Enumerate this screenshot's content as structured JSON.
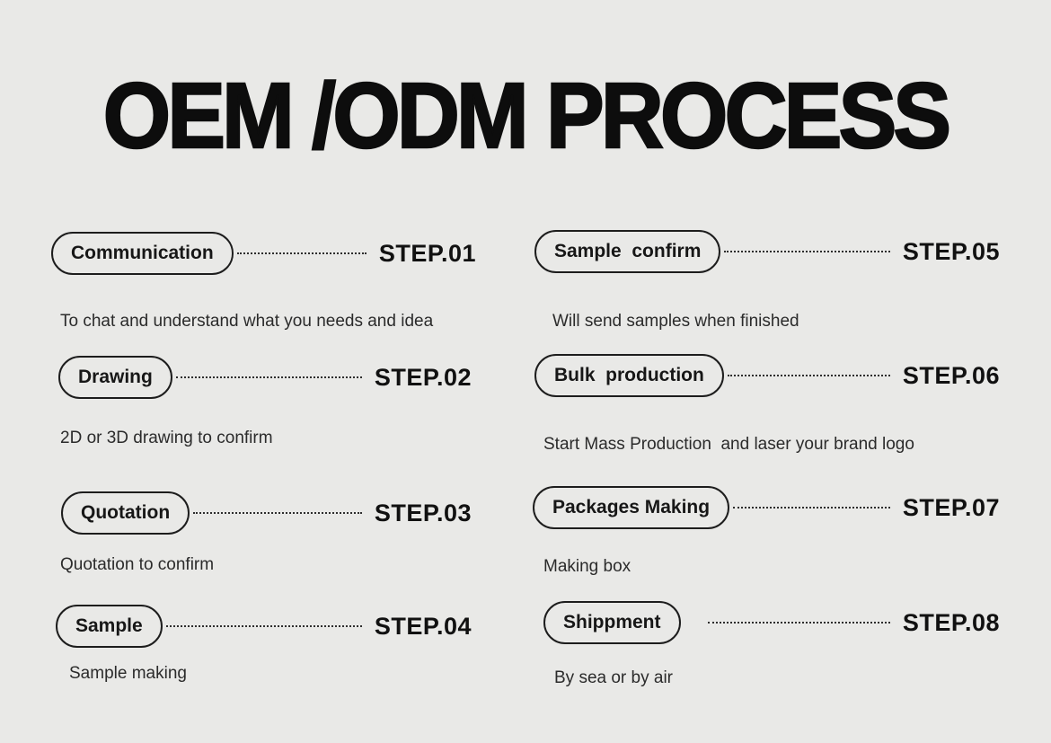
{
  "page": {
    "background_color": "#e9e9e7",
    "text_color": "#1c1c1c",
    "accent_color": "#0d0d0d"
  },
  "title": "OEM /ODM PROCESS",
  "steps": [
    {
      "label": "Communication",
      "step": "STEP.01",
      "desc": "To chat and understand what you needs and idea"
    },
    {
      "label": "Drawing",
      "step": "STEP.02",
      "desc": "2D or 3D drawing to confirm"
    },
    {
      "label": "Quotation",
      "step": "STEP.03",
      "desc": "Quotation to confirm"
    },
    {
      "label": "Sample",
      "step": "STEP.04",
      "desc": "Sample making"
    },
    {
      "label": "Sample  confirm",
      "step": "STEP.05",
      "desc": "Will send samples when finished"
    },
    {
      "label": "Bulk  production",
      "step": "STEP.06",
      "desc": "Start Mass Production  and laser your brand logo"
    },
    {
      "label": "Packages Making",
      "step": "STEP.07",
      "desc": "Making box"
    },
    {
      "label": "Shippment",
      "step": "STEP.08",
      "desc": "By sea or by air"
    }
  ]
}
